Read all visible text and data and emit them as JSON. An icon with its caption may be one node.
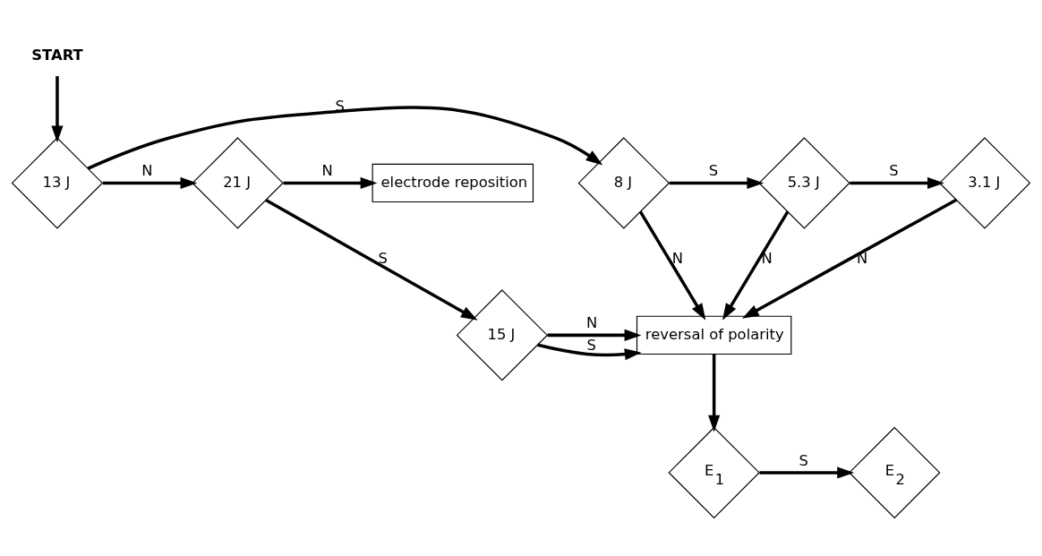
{
  "diagram": {
    "nodes": [
      {
        "text": [
          "START"
        ]
      },
      {
        "text": [
          "electrode reposition"
        ]
      },
      {
        "text": [
          "21 J"
        ]
      },
      {
        "text": [
          "13 J"
        ]
      },
      {
        "text": [
          "8 J"
        ]
      },
      {
        "text": [
          "5.3 J"
        ]
      },
      {
        "text": [
          "3.1 J"
        ]
      },
      {
        "text": [
          "15 J"
        ]
      },
      {
        "text": [
          "reversal of polarity"
        ]
      },
      {
        "text": [
          "E$_{1}$"
        ]
      },
      {
        "text": [
          "E$_{2}$"
        ]
      }
    ],
    "edges": [
      {
        "from": 0,
        "to": 3,
        "arrow": "to"
      },
      {
        "from": 3,
        "to": 2,
        "arrow": "to",
        "label": "N"
      },
      {
        "from": 2,
        "to": 1,
        "arrow": "to",
        "label": "N"
      },
      {
        "from": 3,
        "to": 4,
        "arrow": "to",
        "label": "S"
      },
      {
        "from": 2,
        "to": 7,
        "arrow": "to",
        "label": "S"
      },
      {
        "from": 4,
        "to": 5,
        "arrow": "to",
        "label": "S"
      },
      {
        "from": 5,
        "to": 6,
        "arrow": "to",
        "label": "S"
      },
      {
        "from": 4,
        "to": 8,
        "arrow": "to",
        "label": "N"
      },
      {
        "from": 5,
        "to": 8,
        "arrow": "to",
        "label": "N"
      },
      {
        "from": 6,
        "to": 8,
        "arrow": "to",
        "label": "N"
      },
      {
        "from": 7,
        "to": 8,
        "arrow": "to",
        "label": "S"
      },
      {
        "from": 7,
        "to": 8,
        "arrow": "to",
        "label": "N"
      },
      {
        "from": 8,
        "to": 9,
        "arrow": "to"
      },
      {
        "from": 9,
        "to": 10,
        "arrow": "to",
        "label": "S"
      }
    ]
  }
}
